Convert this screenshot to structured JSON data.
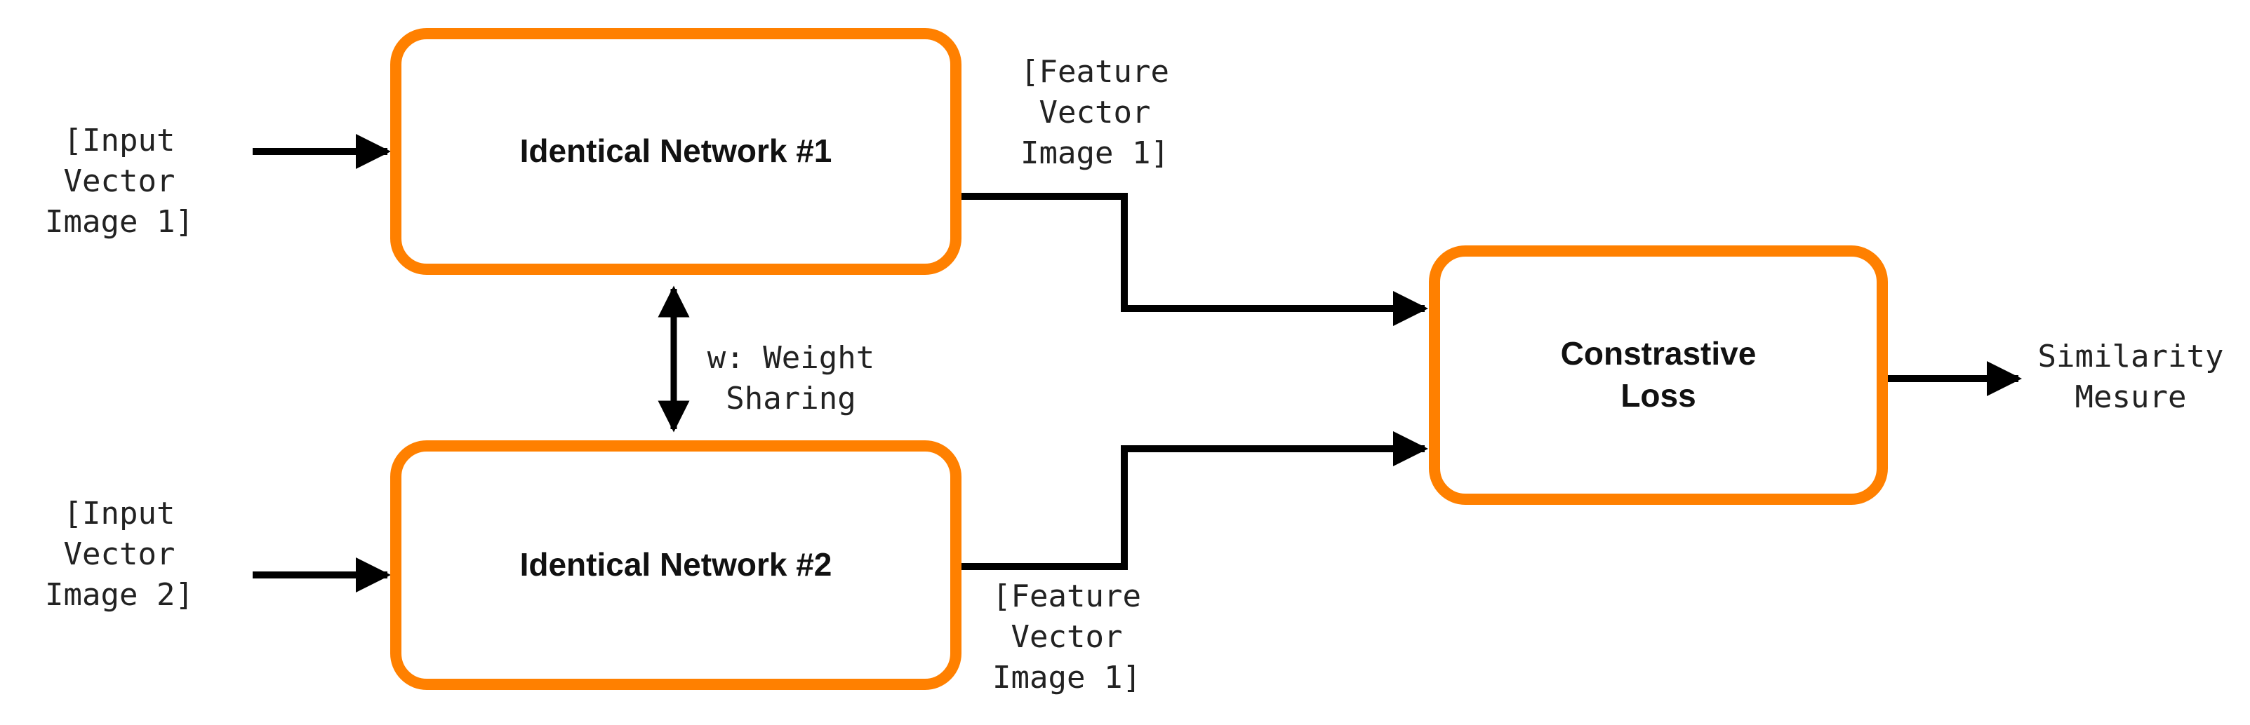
{
  "diagram": {
    "nodes": {
      "network1": "Identical Network #1",
      "network2": "Identical Network #2",
      "loss": "Constrastive\nLoss"
    },
    "labels": {
      "input1": "[Input\nVector\nImage 1]",
      "input2": "[Input\nVector\nImage 2]",
      "feature1": "[Feature\nVector\nImage 1]",
      "feature2": "[Feature\nVector\nImage 1]",
      "weight_sharing": "w: Weight\nSharing",
      "output": "Similarity\nMesure"
    },
    "colors": {
      "node_border": "#ff8000",
      "edge": "#000000"
    }
  }
}
